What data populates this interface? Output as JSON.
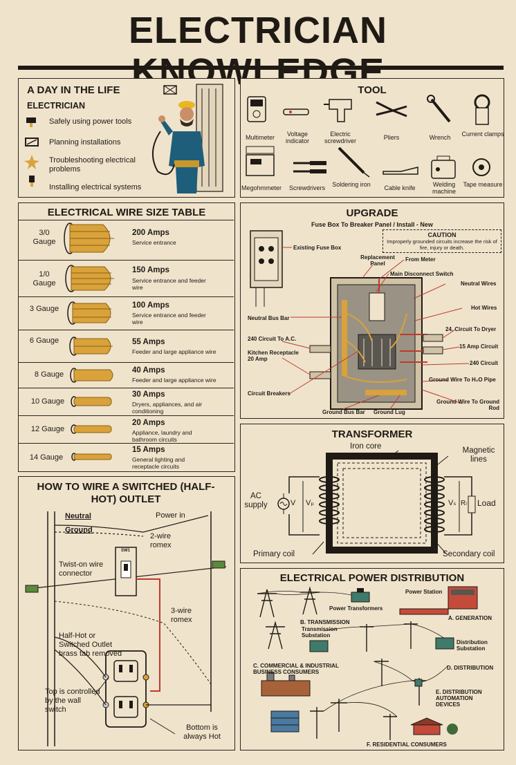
{
  "title": "ELECTRICIAN KNOWLEDGE",
  "day": {
    "heading": "A DAY IN THE LIFE",
    "subheading": "ELECTRICIAN",
    "items": [
      "Safely using power tools",
      "Planning installations",
      "Troubleshooting electrical problems",
      "Installing electrical systems"
    ]
  },
  "tool": {
    "heading": "TOOL",
    "items": [
      {
        "label": "Multimeter",
        "icon": "multimeter-icon"
      },
      {
        "label": "Voltage indicator",
        "icon": "voltage-indicator-icon"
      },
      {
        "label": "Electric screwdriver",
        "icon": "electric-screwdriver-icon"
      },
      {
        "label": "Pliers",
        "icon": "pliers-icon"
      },
      {
        "label": "Wrench",
        "icon": "wrench-icon"
      },
      {
        "label": "Current clamps",
        "icon": "current-clamp-icon"
      },
      {
        "label": "Megohmmeter",
        "icon": "megohmmeter-icon"
      },
      {
        "label": "Screwdrivers",
        "icon": "screwdrivers-icon"
      },
      {
        "label": "Soldering iron",
        "icon": "soldering-iron-icon"
      },
      {
        "label": "Cable knife",
        "icon": "cable-knife-icon"
      },
      {
        "label": "Welding machine",
        "icon": "welding-machine-icon"
      },
      {
        "label": "Tape measure",
        "icon": "tape-measure-icon"
      }
    ]
  },
  "wire": {
    "heading": "ELECTRICAL WIRE SIZE TABLE",
    "rows": [
      {
        "gauge": "3/0 Gauge",
        "amps": "200 Amps",
        "desc": "Service entrance"
      },
      {
        "gauge": "1/0 Gauge",
        "amps": "150 Amps",
        "desc": "Service entrance and feeder wire"
      },
      {
        "gauge": "3 Gauge",
        "amps": "100 Amps",
        "desc": "Service entrance and feeder wire"
      },
      {
        "gauge": "6 Gauge",
        "amps": "55 Amps",
        "desc": "Feeder and large appliance wire"
      },
      {
        "gauge": "8 Gauge",
        "amps": "40 Amps",
        "desc": "Feeder and large appliance wire"
      },
      {
        "gauge": "10 Gauge",
        "amps": "30 Amps",
        "desc": "Dryers, appliances, and air conditioning"
      },
      {
        "gauge": "12 Gauge",
        "amps": "20 Amps",
        "desc": "Appliance, laundry and bathroom circuits"
      },
      {
        "gauge": "14 Gauge",
        "amps": "15 Amps",
        "desc": "General lighting and receptacle circuits"
      }
    ]
  },
  "upgrade": {
    "heading": "UPGRADE",
    "subheading": "Fuse Box To Breaker Panel / Install - New",
    "caution_title": "CAUTION",
    "caution_text": "Improperly grounded circuits increase the risk of fire, injury or death.",
    "labels": {
      "existing_fuse_box": "Existing Fuse Box",
      "replacement_panel": "Replacement Panel",
      "from_meter": "From Meter",
      "main_disconnect": "Main Disconnect Switch",
      "neutral_wires": "Neutral Wires",
      "hot_wires": "Hot Wires",
      "neutral_bus_bar": "Neutral Bus Bar",
      "circuit_ac": "240 Circuit To A.C.",
      "circuit_dryer": "24. Circuit To Dryer",
      "amp15": "15 Amp Circuit",
      "kitchen": "Kitchen Receptacle 20 Amp",
      "circuit240": "240 Circuit",
      "ground_wire_pipe": "Ground Wire To H₂O Pipe",
      "circuit_breakers": "Circuit Breakers",
      "ground_wire_rod": "Ground Wire To Ground Rod",
      "ground_bus_bar": "Ground Bus Bar",
      "ground_lug": "Ground Lug"
    }
  },
  "transformer": {
    "heading": "TRANSFORMER",
    "iron_core": "Iron core",
    "magnetic_lines": "Magnetic lines",
    "ac_supply": "AC supply",
    "v": "V",
    "vp": "Vₚ",
    "vs": "Vₛ",
    "rl": "Rₗ",
    "load": "Load",
    "primary_coil": "Primary coil",
    "secondary_coil": "Secondary coil"
  },
  "outlet": {
    "heading": "HOW TO WIRE A SWITCHED (HALF-HOT) OUTLET",
    "neutral": "Neutral",
    "ground": "Ground",
    "power_in": "Power in",
    "two_wire": "2-wire romex",
    "twist_on": "Twist-on wire connector",
    "three_wire": "3-wire romex",
    "half_hot": "Half-Hot or Switched Outlet brass tab removed",
    "top": "Top is controlled by the wall switch",
    "bottom": "Bottom is always Hot",
    "sw": "SW1"
  },
  "distribution": {
    "heading": "ELECTRICAL POWER DISTRIBUTION",
    "power_station": "Power Station",
    "power_transformers": "Power Transformers",
    "generation": "A. GENERATION",
    "transmission": "B. TRANSMISSION",
    "transmission_substation": "Transmission Substation",
    "distribution_substation": "Distribution Substation",
    "commercial": "C. COMMERCIAL & INDUSTRIAL BUSINESS CONSUMERS",
    "distribution": "D. DISTRIBUTION",
    "automation": "E. DISTRIBUTION AUTOMATION DEVICES",
    "residential": "F. RESIDENTIAL CONSUMERS"
  },
  "colors": {
    "paper": "#efe3cc",
    "ink": "#1f1a14",
    "copper": "#d9a23a",
    "wire_red": "#c0392b",
    "worker_blue": "#1f5e7a"
  }
}
